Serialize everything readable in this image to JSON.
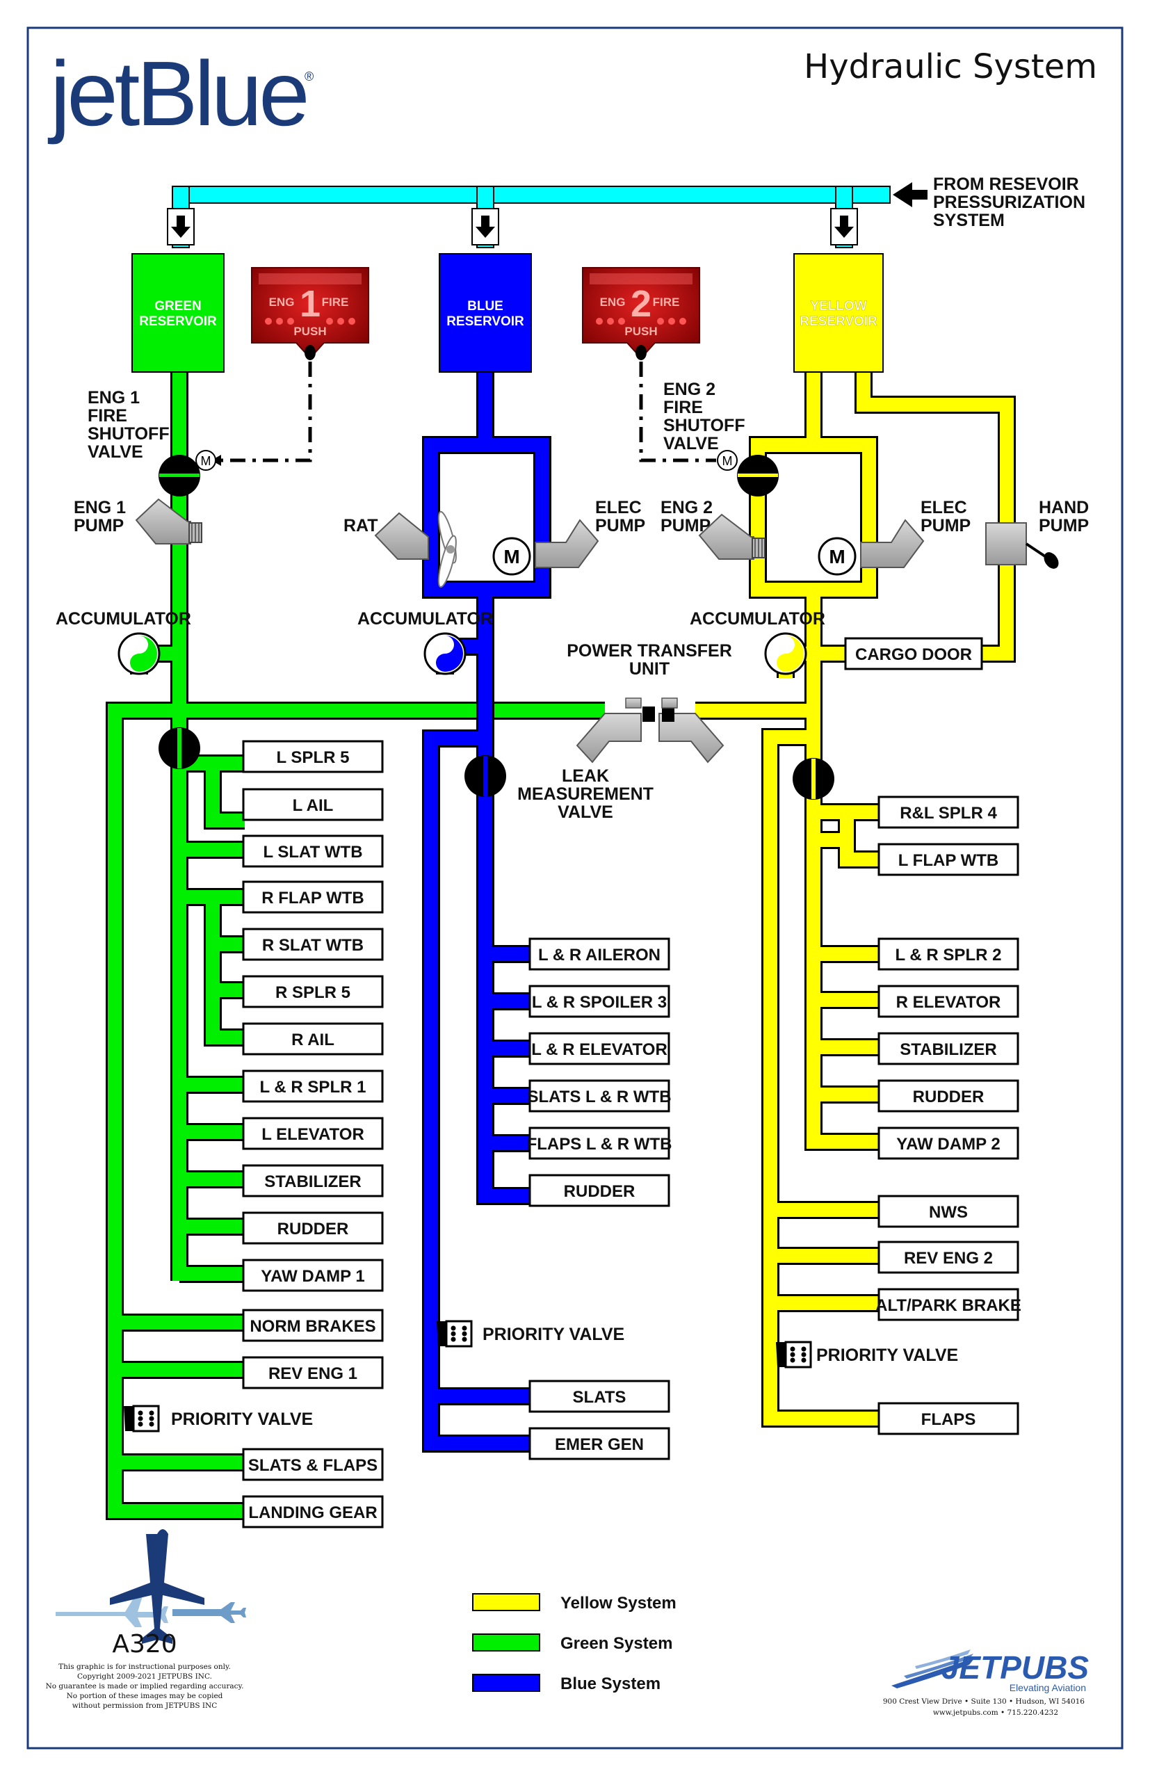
{
  "header": {
    "logo_text": "jetBlue",
    "logo_reg": "®",
    "title": "Hydraulic System"
  },
  "supply_label": [
    "FROM RESEVOIR",
    "PRESSURIZATION",
    "SYSTEM"
  ],
  "reservoirs": {
    "green": [
      "GREEN",
      "RESERVOIR"
    ],
    "blue": [
      "BLUE",
      "RESERVOIR"
    ],
    "yellow": [
      "YELLOW",
      "RESERVOIR"
    ]
  },
  "fire_handles": [
    {
      "left": "ENG",
      "number": "1",
      "right": "FIRE",
      "push": "PUSH"
    },
    {
      "left": "ENG",
      "number": "2",
      "right": "FIRE",
      "push": "PUSH"
    }
  ],
  "component_labels": {
    "eng1_fire_valve": [
      "ENG 1",
      "FIRE",
      "SHUTOFF",
      "VALVE"
    ],
    "eng2_fire_valve": [
      "ENG 2",
      "FIRE",
      "SHUTOFF",
      "VALVE"
    ],
    "eng1_pump": [
      "ENG 1",
      "PUMP"
    ],
    "rat": "RAT",
    "blue_elec_pump": [
      "ELEC",
      "PUMP"
    ],
    "eng2_pump": [
      "ENG 2",
      "PUMP"
    ],
    "yellow_elec_pump": [
      "ELEC",
      "PUMP"
    ],
    "hand_pump": [
      "HAND",
      "PUMP"
    ],
    "motor": "M",
    "accumulator": "ACCUMULATOR",
    "ptu": [
      "POWER TRANSFER",
      "UNIT"
    ],
    "leak_valve": [
      "LEAK",
      "MEASUREMENT",
      "VALVE"
    ],
    "priority_valve": "PRIORITY VALVE",
    "cargo_door": "CARGO DOOR"
  },
  "green_users": [
    "L SPLR 5",
    "L AIL",
    "L SLAT WTB",
    "R FLAP WTB",
    "R SLAT WTB",
    "R SPLR 5",
    "R AIL",
    "L & R SPLR 1",
    "L ELEVATOR",
    "STABILIZER",
    "RUDDER",
    "YAW DAMP 1",
    "NORM BRAKES",
    "REV ENG 1",
    "SLATS & FLAPS",
    "LANDING GEAR"
  ],
  "blue_users": [
    "L & R AILERON",
    "L & R SPOILER 3",
    "L & R ELEVATOR",
    "SLATS L & R WTB",
    "FLAPS L & R WTB",
    "RUDDER",
    "SLATS",
    "EMER GEN"
  ],
  "yellow_users": [
    "R&L SPLR 4",
    "L FLAP WTB",
    "L & R SPLR 2",
    "R ELEVATOR",
    "STABILIZER",
    "RUDDER",
    "YAW DAMP 2",
    "NWS",
    "REV ENG 2",
    "ALT/PARK BRAKE",
    "FLAPS"
  ],
  "legend": [
    {
      "label": "Yellow System",
      "color": "#ffff00"
    },
    {
      "label": "Green System",
      "color": "#00ee00"
    },
    {
      "label": "Blue System",
      "color": "#0000ff"
    }
  ],
  "colors": {
    "green": "#00ee00",
    "blue": "#0000ff",
    "yellow": "#ffff00",
    "cyan": "#00ffff",
    "frame": "#1a3a78",
    "fire_red": "#cc1111"
  },
  "footer": {
    "aircraft": "A320",
    "disclaimer": [
      "This graphic is for instructional purposes only.",
      "Copyright 2009-2021 JETPUBS INC.",
      "No guarantee is made or implied regarding accuracy.",
      "No portion of these images may be copied",
      "without permission from JETPUBS INC"
    ],
    "publisher": "JETPUBS",
    "publisher_tagline": "Elevating Aviation",
    "address": "900 Crest View Drive • Suite 130 • Hudson, WI 54016",
    "web": "www.jetpubs.com • 715.220.4232"
  }
}
